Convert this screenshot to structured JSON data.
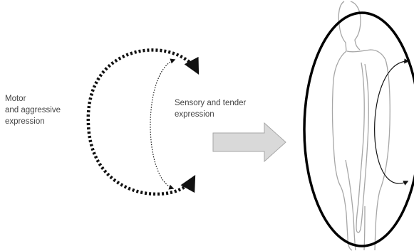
{
  "labels": {
    "motor": "Motor\nand aggressive\nexpression",
    "sensory": "Sensory and tender\nexpression"
  },
  "colors": {
    "line": "#111111",
    "label_text": "#444444",
    "arrow_fill": "#d9d9d9",
    "arrow_stroke": "#a6a6a6",
    "body_outline": "#a6a6a6",
    "ellipse": "#000000"
  },
  "icons": {
    "transition_arrow": "right-block-arrow",
    "figure": "human-silhouette-side"
  }
}
